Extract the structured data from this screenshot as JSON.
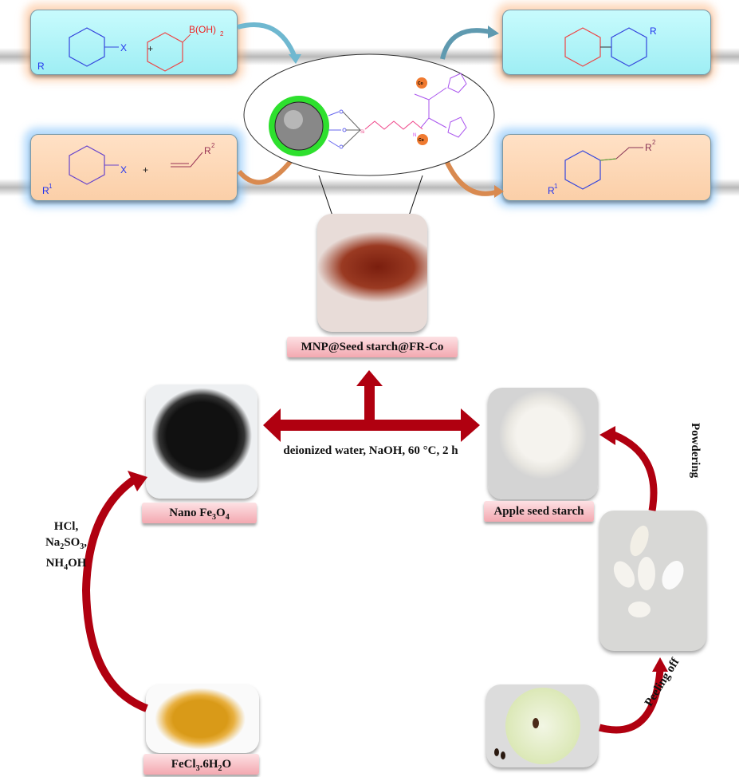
{
  "reactions": {
    "suzuki_reactants": {
      "substituent": "R",
      "leaving": "X",
      "plus": "+",
      "boronic": "B(OH)",
      "boronic_sub": "2"
    },
    "suzuki_product": {
      "substituent": "R"
    },
    "heck_reactants": {
      "substituent": "R",
      "substituent_sup": "1",
      "leaving": "X",
      "plus": "+",
      "alkene_sub": "R",
      "alkene_sup": "2"
    },
    "heck_product": {
      "substituent": "R",
      "substituent_sup": "1",
      "alkene_sub": "R",
      "alkene_sup": "2"
    }
  },
  "catalyst": {
    "metal": "Co",
    "si": "Si",
    "n": "N",
    "o": "O"
  },
  "labels": {
    "mnp": "MNP@Seed starch@FR-Co",
    "nano_fe3o4": {
      "a": "Nano Fe",
      "s1": "3",
      "b": "O",
      "s2": "4"
    },
    "apple_starch": "Apple seed starch",
    "fecl3": {
      "a": "FeCl",
      "s1": "3",
      "b": ".6H",
      "s2": "2",
      "c": "O"
    }
  },
  "conditions": {
    "main": "deionized water, NaOH, 60 °C, 2 h",
    "hcl": "HCl,",
    "na2so3": {
      "a": "Na",
      "s1": "2",
      "b": "SO",
      "s2": "3",
      "c": ","
    },
    "nh4oh": {
      "a": "NH",
      "s1": "4",
      "b": "OH"
    },
    "powdering": "Powdering",
    "peeling": "Peeling off"
  },
  "colors": {
    "arrow_red": "#b00010",
    "cyan_box": "#a6f0f4",
    "peach_box": "#fcd2ae",
    "green_shell": "#22e022"
  }
}
